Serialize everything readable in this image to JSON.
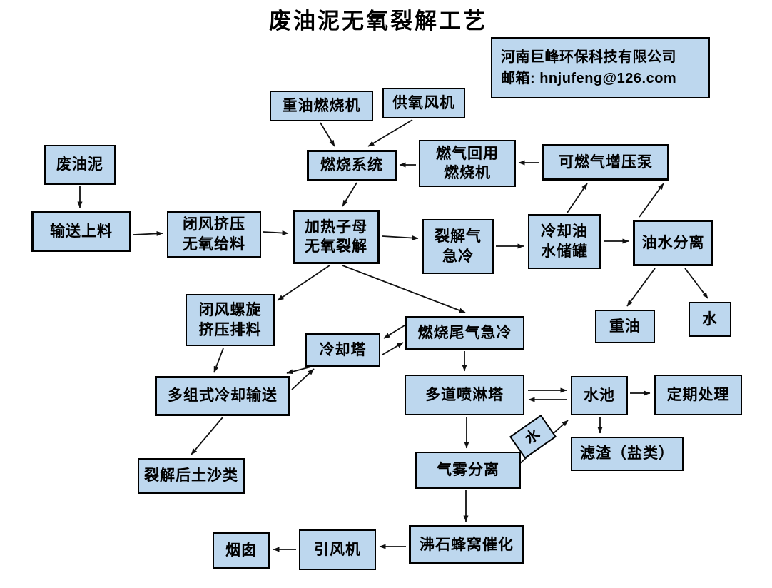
{
  "title": "废油泥无氧裂解工艺",
  "company": {
    "name": "河南巨峰环保科技有限公司",
    "email": "邮箱: hnjufeng@126.com"
  },
  "colors": {
    "node_fill": "#bdd7ee",
    "node_border": "#000000",
    "arrow": "#111111",
    "background": "#ffffff"
  },
  "nodes": {
    "waste_oil_sludge": "废油泥",
    "conveying_feed": "输送上料",
    "airlock_extrusion_feed": "闭风挤压\n无氧给料",
    "heavy_oil_burner": "重油燃烧机",
    "oxygen_supply_fan": "供氧风机",
    "combustion_system": "燃烧系统",
    "gas_reuse_burner": "燃气回用\n燃烧机",
    "gas_booster_pump": "可燃气增压泵",
    "pyrolysis_reactor": "加热子母\n无氧裂解",
    "pyrolysis_gas_quench": "裂解气\n急冷",
    "cooling_oil_water_tank": "冷却油\n水储罐",
    "oil_water_separation": "油水分离",
    "heavy_oil": "重油",
    "water": "水",
    "airlock_screw_discharge": "闭风螺旋\n挤压排料",
    "cooling_tower": "冷却塔",
    "tail_gas_quench": "燃烧尾气急冷",
    "multi_cooling_conveyor": "多组式冷却输送",
    "spray_tower": "多道喷淋塔",
    "water_pool": "水池",
    "periodic_treatment": "定期处理",
    "filter_residue": "滤渣（盐类）",
    "water_flow_label": "水",
    "pyrolyzed_soil_sand": "裂解后土沙类",
    "gas_mist_separation": "气雾分离",
    "zeolite_honeycomb_catalysis": "沸石蜂窝催化",
    "induced_draft_fan": "引风机",
    "chimney": "烟囱"
  },
  "edges": [
    {
      "from": "waste_oil_sludge",
      "to": "conveying_feed"
    },
    {
      "from": "conveying_feed",
      "to": "airlock_extrusion_feed"
    },
    {
      "from": "airlock_extrusion_feed",
      "to": "pyrolysis_reactor"
    },
    {
      "from": "heavy_oil_burner",
      "to": "combustion_system"
    },
    {
      "from": "oxygen_supply_fan",
      "to": "combustion_system"
    },
    {
      "from": "gas_booster_pump",
      "to": "gas_reuse_burner"
    },
    {
      "from": "gas_reuse_burner",
      "to": "combustion_system"
    },
    {
      "from": "combustion_system",
      "to": "pyrolysis_reactor"
    },
    {
      "from": "pyrolysis_reactor",
      "to": "pyrolysis_gas_quench"
    },
    {
      "from": "pyrolysis_gas_quench",
      "to": "cooling_oil_water_tank"
    },
    {
      "from": "cooling_oil_water_tank",
      "to": "oil_water_separation"
    },
    {
      "from": "cooling_oil_water_tank",
      "to": "gas_booster_pump"
    },
    {
      "from": "oil_water_separation",
      "to": "gas_booster_pump"
    },
    {
      "from": "oil_water_separation",
      "to": "heavy_oil"
    },
    {
      "from": "oil_water_separation",
      "to": "water"
    },
    {
      "from": "pyrolysis_reactor",
      "to": "airlock_screw_discharge"
    },
    {
      "from": "pyrolysis_reactor",
      "to": "tail_gas_quench"
    },
    {
      "from": "airlock_screw_discharge",
      "to": "multi_cooling_conveyor"
    },
    {
      "from": "tail_gas_quench",
      "to": "cooling_tower"
    },
    {
      "from": "cooling_tower",
      "to": "tail_gas_quench"
    },
    {
      "from": "cooling_tower",
      "to": "multi_cooling_conveyor"
    },
    {
      "from": "multi_cooling_conveyor",
      "to": "cooling_tower"
    },
    {
      "from": "multi_cooling_conveyor",
      "to": "pyrolyzed_soil_sand"
    },
    {
      "from": "tail_gas_quench",
      "to": "spray_tower"
    },
    {
      "from": "spray_tower",
      "to": "water_pool"
    },
    {
      "from": "water_pool",
      "to": "spray_tower"
    },
    {
      "from": "water_pool",
      "to": "periodic_treatment"
    },
    {
      "from": "water_pool",
      "to": "filter_residue"
    },
    {
      "from": "spray_tower",
      "to": "gas_mist_separation"
    },
    {
      "from": "gas_mist_separation",
      "to": "water_pool",
      "label": "水"
    },
    {
      "from": "gas_mist_separation",
      "to": "zeolite_honeycomb_catalysis"
    },
    {
      "from": "zeolite_honeycomb_catalysis",
      "to": "induced_draft_fan"
    },
    {
      "from": "induced_draft_fan",
      "to": "chimney"
    }
  ]
}
